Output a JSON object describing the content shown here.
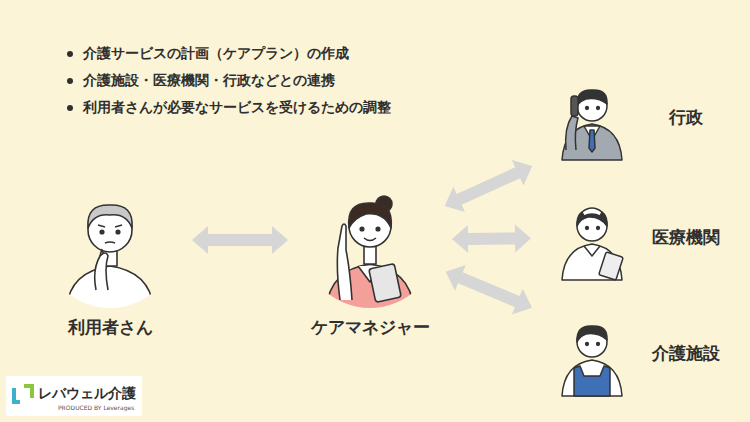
{
  "diagram": {
    "nodes": [
      {
        "text": [
          "介護サービスの計画（ケアプラン）の作成",
          "介護施設・医療機関・行政などとの連携",
          "利用者さんが必要なサービスを受けるための調整"
        ]
      },
      {
        "text": [
          "利用者さん"
        ]
      },
      {
        "text": [
          "ケアマネジャー"
        ]
      },
      {
        "text": [
          "行政"
        ]
      },
      {
        "text": [
          "医療機関"
        ]
      },
      {
        "text": [
          "介護施設"
        ]
      }
    ],
    "edges": [
      {
        "from": 1,
        "to": 2,
        "arrow": "both"
      },
      {
        "from": 2,
        "to": 3,
        "arrow": "both"
      },
      {
        "from": 2,
        "to": 4,
        "arrow": "both"
      },
      {
        "from": 2,
        "to": 5,
        "arrow": "both"
      }
    ],
    "labels": [
      "レバウェル介護",
      "PRODUCED BY Leverages"
    ]
  }
}
